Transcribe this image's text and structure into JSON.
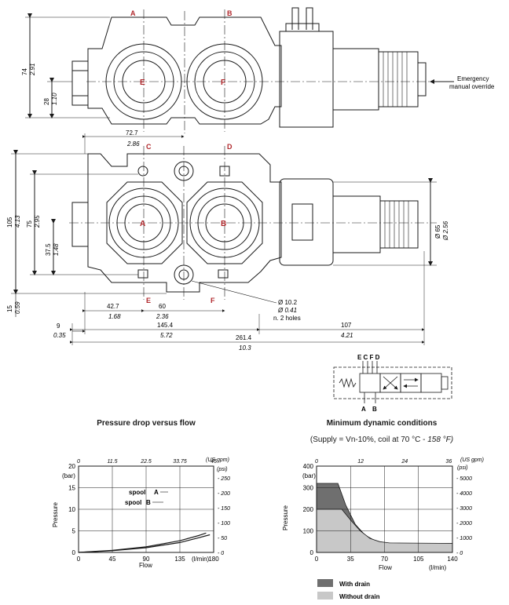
{
  "top_view": {
    "port_labels": [
      "A",
      "B",
      "E",
      "F"
    ],
    "dim_74": {
      "mm": "74",
      "in": "2.91"
    },
    "dim_28": {
      "mm": "28",
      "in": "1.10"
    },
    "callout": [
      "Emergency",
      "manual override"
    ]
  },
  "front_view": {
    "port_labels": [
      "C",
      "D",
      "A",
      "B",
      "E",
      "F"
    ],
    "dim_72_7": {
      "mm": "72.7",
      "in": "2.86"
    },
    "dim_105": {
      "mm": "105",
      "in": "4.13"
    },
    "dim_75": {
      "mm": "75",
      "in": "2.95"
    },
    "dim_37_5": {
      "mm": "37.5",
      "in": "1.48"
    },
    "dim_15": {
      "mm": "15",
      "in": "0.59"
    },
    "dim_42_7": {
      "mm": "42.7",
      "in": "1.68"
    },
    "dim_60": {
      "mm": "60",
      "in": "2.36"
    },
    "dim_9": {
      "mm": "9",
      "in": "0.35"
    },
    "dim_145_4": {
      "mm": "145.4",
      "in": "5.72"
    },
    "dim_107": {
      "mm": "107",
      "in": "4.21"
    },
    "dim_261_4": {
      "mm": "261.4",
      "in": "10.3"
    },
    "dim_65": {
      "mm": "Ø 65",
      "in": "Ø 2.56"
    },
    "holes": {
      "mm": "Ø 10.2",
      "in": "Ø 0.41",
      "note": "n. 2 holes"
    }
  },
  "symbol": {
    "top_labels": "E C F D",
    "bottom_labels": [
      "A",
      "B"
    ]
  },
  "chart_left": {
    "title": "Pressure drop versus flow",
    "chart_data": {
      "type": "line",
      "title": "Pressure drop versus flow",
      "xlabel": "Flow",
      "xunit": "(l/min)",
      "ylabel": "Pressure",
      "yunit": "(bar)",
      "xlim": [
        0,
        180
      ],
      "ylim": [
        0,
        20
      ],
      "xticks": [
        "0",
        "45",
        "90",
        "135",
        "180"
      ],
      "yticks": [
        "0",
        "5",
        "10",
        "15",
        "20"
      ],
      "top_axis": {
        "unit": "(US gpm)",
        "ticks": [
          "0",
          "11.5",
          "22.5",
          "33.75",
          "45"
        ]
      },
      "right_axis": {
        "unit": "(psi)",
        "ticks": [
          "0",
          "50",
          "100",
          "150",
          "200",
          "250"
        ]
      },
      "grid": true,
      "series": [
        {
          "name": "spool A",
          "x": [
            0,
            45,
            90,
            135,
            160,
            170
          ],
          "y": [
            0,
            0.5,
            1.3,
            2.7,
            3.9,
            4.5
          ]
        },
        {
          "name": "spool B",
          "x": [
            0,
            45,
            90,
            135,
            160,
            175
          ],
          "y": [
            0,
            0.4,
            1.1,
            2.3,
            3.4,
            4.1
          ]
        }
      ],
      "annotations": [
        "spool",
        "A",
        "spool",
        "B"
      ]
    }
  },
  "chart_right": {
    "title": "Minimum dynamic conditions",
    "subtitle_plain": "(Supply = Vn-10%, coil at 70 °C - ",
    "subtitle_italic": "158 °F)",
    "chart_data": {
      "type": "area",
      "title": "Minimum dynamic conditions",
      "xlabel": "Flow",
      "xunit": "(l/min)",
      "ylabel": "Pressure",
      "yunit": "(bar)",
      "xlim": [
        0,
        140
      ],
      "ylim": [
        0,
        400
      ],
      "xticks": [
        "0",
        "35",
        "70",
        "105",
        "140"
      ],
      "yticks": [
        "0",
        "100",
        "200",
        "300",
        "400"
      ],
      "top_axis": {
        "unit": "(US gpm)",
        "ticks": [
          "0",
          "12",
          "24",
          "36"
        ]
      },
      "right_axis": {
        "unit": "(psi)",
        "ticks": [
          "0",
          "1000",
          "2000",
          "3000",
          "4000",
          "5000"
        ]
      },
      "grid": true,
      "series": [
        {
          "name": "With drain",
          "color": "#6f6f6f",
          "x": [
            0,
            22,
            30,
            40,
            50,
            60,
            70,
            80,
            140
          ],
          "y": [
            320,
            320,
            220,
            130,
            80,
            55,
            45,
            42,
            42
          ]
        },
        {
          "name": "Without drain",
          "color": "#c8c8c8",
          "x": [
            0,
            26,
            35,
            45,
            55,
            65,
            75,
            140
          ],
          "y": [
            200,
            200,
            150,
            100,
            65,
            50,
            44,
            42
          ]
        }
      ]
    }
  },
  "legend": [
    "With drain",
    "Without drain"
  ]
}
